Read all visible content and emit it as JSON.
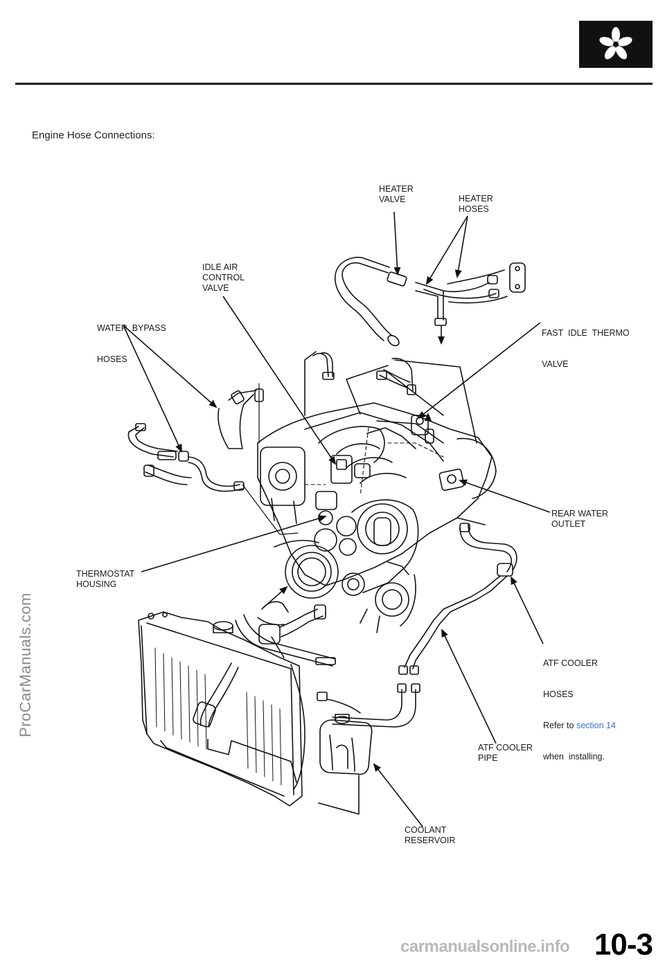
{
  "header": {
    "badge_icon": "spark-plug-wire-icon",
    "title": "Engine Hose Connections:"
  },
  "labels": {
    "heater_valve": [
      "HEATER",
      "VALVE"
    ],
    "heater_hoses": [
      "HEATER",
      "HOSES"
    ],
    "idle_air_control_valve": [
      "IDLE AIR",
      "CONTROL",
      "VALVE"
    ],
    "water_bypass_hoses": [
      "WATER  BYPASS",
      "HOSES"
    ],
    "fast_idle_thermo_valve": [
      "FAST  IDLE  THERMO",
      "VALVE"
    ],
    "rear_water_outlet": [
      "REAR WATER",
      "OUTLET"
    ],
    "thermostat_housing": [
      "THERMOSTAT",
      "HOUSING"
    ],
    "atf_cooler_hoses": {
      "line1": "ATF COOLER",
      "line2": "HOSES",
      "refer_prefix": "Refer to",
      "refer_link": "section 14",
      "line4": "when  installing."
    },
    "atf_cooler_pipe": [
      "ATF COOLER",
      "PIPE"
    ],
    "coolant_reservoir": [
      "COOLANT",
      "RESERVOIR"
    ]
  },
  "watermarks": {
    "side": "ProCarManuals.com",
    "footer": "carmanualsonline.info"
  },
  "page_number": "10-3",
  "colors": {
    "ink": "#111111",
    "link": "#3a6fcf",
    "watermark_side": "#8a8a8a",
    "watermark_footer": "#b9b9b9"
  }
}
